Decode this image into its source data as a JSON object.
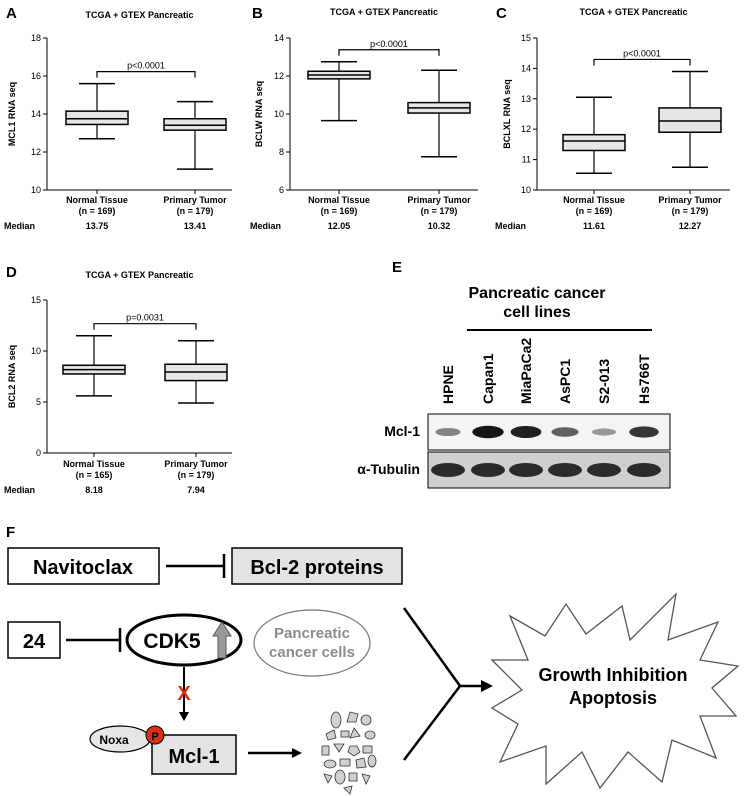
{
  "panels": {
    "A": "A",
    "B": "B",
    "C": "C",
    "D": "D",
    "E": "E",
    "F": "F"
  },
  "chart_data": [
    {
      "id": "A",
      "type": "box",
      "title": "TCGA + GTEX Pancreatic",
      "ylabel": "MCL1 RNA seq",
      "ylim": [
        10,
        18
      ],
      "yticks": [
        10,
        12,
        14,
        16,
        18
      ],
      "pvalue": "p<0.0001",
      "median_label": "Median",
      "groups": [
        {
          "name": "Normal Tissue",
          "n": "(n = 169)",
          "median_text": "13.75",
          "min": 12.7,
          "q1": 13.45,
          "median": 13.75,
          "q3": 14.15,
          "max": 15.6
        },
        {
          "name": "Primary Tumor",
          "n": "(n = 179)",
          "median_text": "13.41",
          "min": 11.1,
          "q1": 13.15,
          "median": 13.41,
          "q3": 13.75,
          "max": 14.65
        }
      ]
    },
    {
      "id": "B",
      "type": "box",
      "title": "TCGA + GTEX Pancreatic",
      "ylabel": "BCLW RNA seq",
      "ylim": [
        6,
        14
      ],
      "yticks": [
        6,
        8,
        10,
        12,
        14
      ],
      "pvalue": "p<0.0001",
      "median_label": "Median",
      "groups": [
        {
          "name": "Normal Tissue",
          "n": "(n = 169)",
          "median_text": "12.05",
          "min": 9.65,
          "q1": 11.85,
          "median": 12.05,
          "q3": 12.25,
          "max": 12.75
        },
        {
          "name": "Primary Tumor",
          "n": "(n = 179)",
          "median_text": "10.32",
          "min": 7.75,
          "q1": 10.05,
          "median": 10.32,
          "q3": 10.6,
          "max": 12.3
        }
      ]
    },
    {
      "id": "C",
      "type": "box",
      "title": "TCGA + GTEX Pancreatic",
      "ylabel": "BCLXL RNA seq",
      "ylim": [
        10,
        15
      ],
      "yticks": [
        10,
        11,
        12,
        13,
        14,
        15
      ],
      "pvalue": "p<0.0001",
      "median_label": "Median",
      "groups": [
        {
          "name": "Normal Tissue",
          "n": "(n = 169)",
          "median_text": "11.61",
          "min": 10.55,
          "q1": 11.3,
          "median": 11.61,
          "q3": 11.82,
          "max": 13.05
        },
        {
          "name": "Primary Tumor",
          "n": "(n = 179)",
          "median_text": "12.27",
          "min": 10.75,
          "q1": 11.9,
          "median": 12.27,
          "q3": 12.7,
          "max": 13.9
        }
      ]
    },
    {
      "id": "D",
      "type": "box",
      "title": "TCGA + GTEX Pancreatic",
      "ylabel": "BCL2 RNA seq",
      "ylim": [
        0,
        15
      ],
      "yticks": [
        0,
        5,
        10,
        15
      ],
      "pvalue": "p=0.0031",
      "median_label": "Median",
      "groups": [
        {
          "name": "Normal Tissue",
          "n": "(n = 165)",
          "median_text": "8.18",
          "min": 5.6,
          "q1": 7.75,
          "median": 8.18,
          "q3": 8.6,
          "max": 11.5
        },
        {
          "name": "Primary Tumor",
          "n": "(n = 179)",
          "median_text": "7.94",
          "min": 4.9,
          "q1": 7.1,
          "median": 7.94,
          "q3": 8.7,
          "max": 11.0
        }
      ]
    }
  ],
  "blot": {
    "header": [
      "Pancreatic cancer",
      "cell lines"
    ],
    "lanes": [
      "HPNE",
      "Capan1",
      "MiaPaCa2",
      "AsPC1",
      "S2-013",
      "Hs766T"
    ],
    "rows": [
      {
        "label": "Mcl-1",
        "intensity": [
          0.45,
          0.95,
          0.9,
          0.6,
          0.35,
          0.8
        ]
      },
      {
        "label": "α-Tubulin",
        "intensity": [
          0.85,
          0.85,
          0.85,
          0.85,
          0.85,
          0.85
        ]
      }
    ]
  },
  "schematic": {
    "navitoclax": "Navitoclax",
    "bcl2": "Bcl-2 proteins",
    "compound": "24",
    "cdk5": "CDK5",
    "cells": [
      "Pancreatic",
      "cancer cells"
    ],
    "noxa": "Noxa",
    "phospho": "P",
    "mcl1": "Mcl-1",
    "outcome": [
      "Growth Inhibition",
      "Apoptosis"
    ],
    "x_mark": "X"
  },
  "colors": {
    "box_fill": "#e6e6e6",
    "cells_text": "#8c8c8c",
    "phospho": "#d9301a",
    "x_mark": "#d9301a",
    "arrow_gray": "#9a9a9a"
  }
}
